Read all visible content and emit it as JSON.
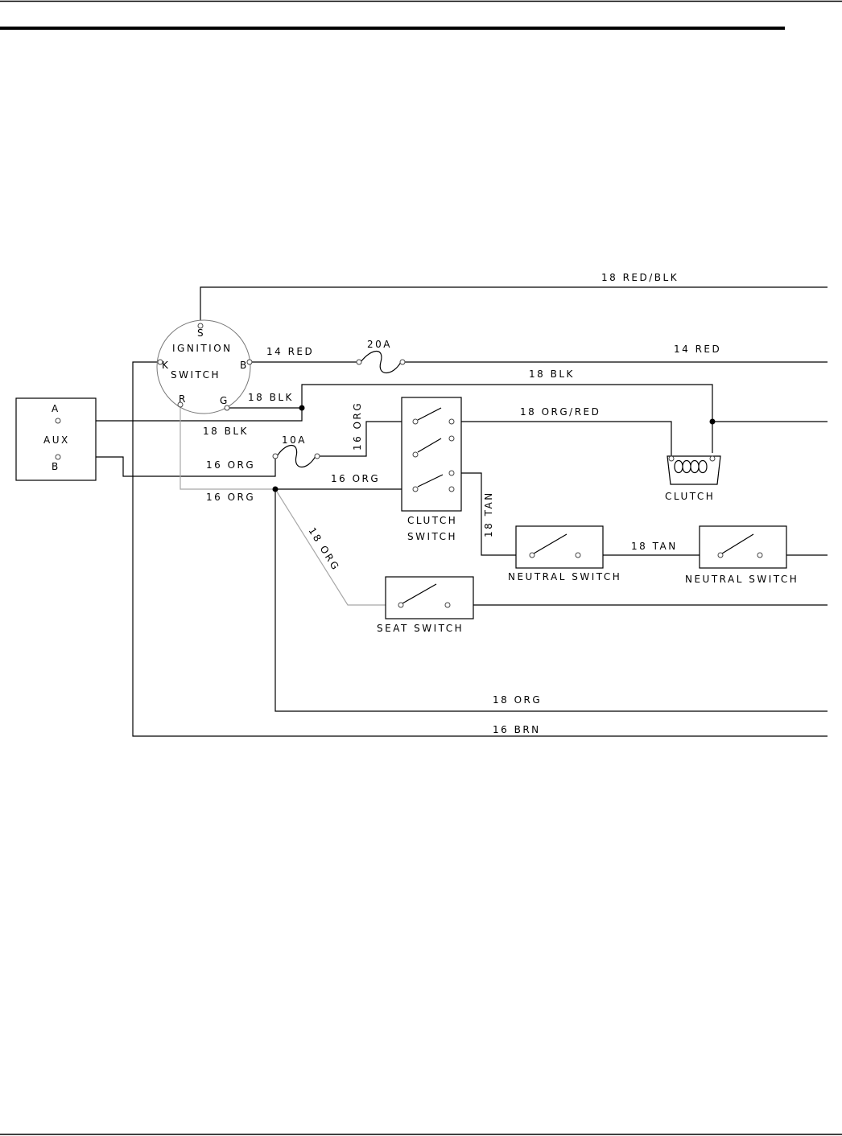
{
  "colors": {
    "line": "#000000",
    "gray_wire": "#a8a8a8",
    "background": "#ffffff"
  },
  "components": {
    "ignition_switch": {
      "label_1": "IGNITION",
      "label_2": "SWITCH",
      "pin_s": "S",
      "pin_k": "K",
      "pin_b": "B",
      "pin_r": "R",
      "pin_g": "G"
    },
    "aux": {
      "label": "AUX",
      "pin_a": "A",
      "pin_b": "B"
    },
    "fuse_20a": {
      "label": "20A"
    },
    "fuse_10a": {
      "label": "10A"
    },
    "clutch_switch": {
      "label_1": "CLUTCH",
      "label_2": "SWITCH"
    },
    "clutch": {
      "label": "CLUTCH"
    },
    "neutral_switch_1": {
      "label": "NEUTRAL SWITCH"
    },
    "neutral_switch_2": {
      "label": "NEUTRAL SWITCH"
    },
    "seat_switch": {
      "label": "SEAT SWITCH"
    }
  },
  "wires": {
    "red_blk_18": "18 RED/BLK",
    "red_14_left": "14 RED",
    "red_14_right": "14 RED",
    "blk_18_top": "18 BLK",
    "blk_18_ign": "18 BLK",
    "blk_18_aux": "18 BLK",
    "org_16_vertical": "16 ORG",
    "org_16_fuse": "16 ORG",
    "org_16_clutch": "16 ORG",
    "org_16_gray": "16 ORG",
    "org_red_18": "18 ORG/RED",
    "tan_18_vertical": "18 TAN",
    "tan_18_between": "18 TAN",
    "org_18_diag": "18 ORG",
    "org_18_bottom": "18 ORG",
    "brn_16": "16 BRN"
  }
}
